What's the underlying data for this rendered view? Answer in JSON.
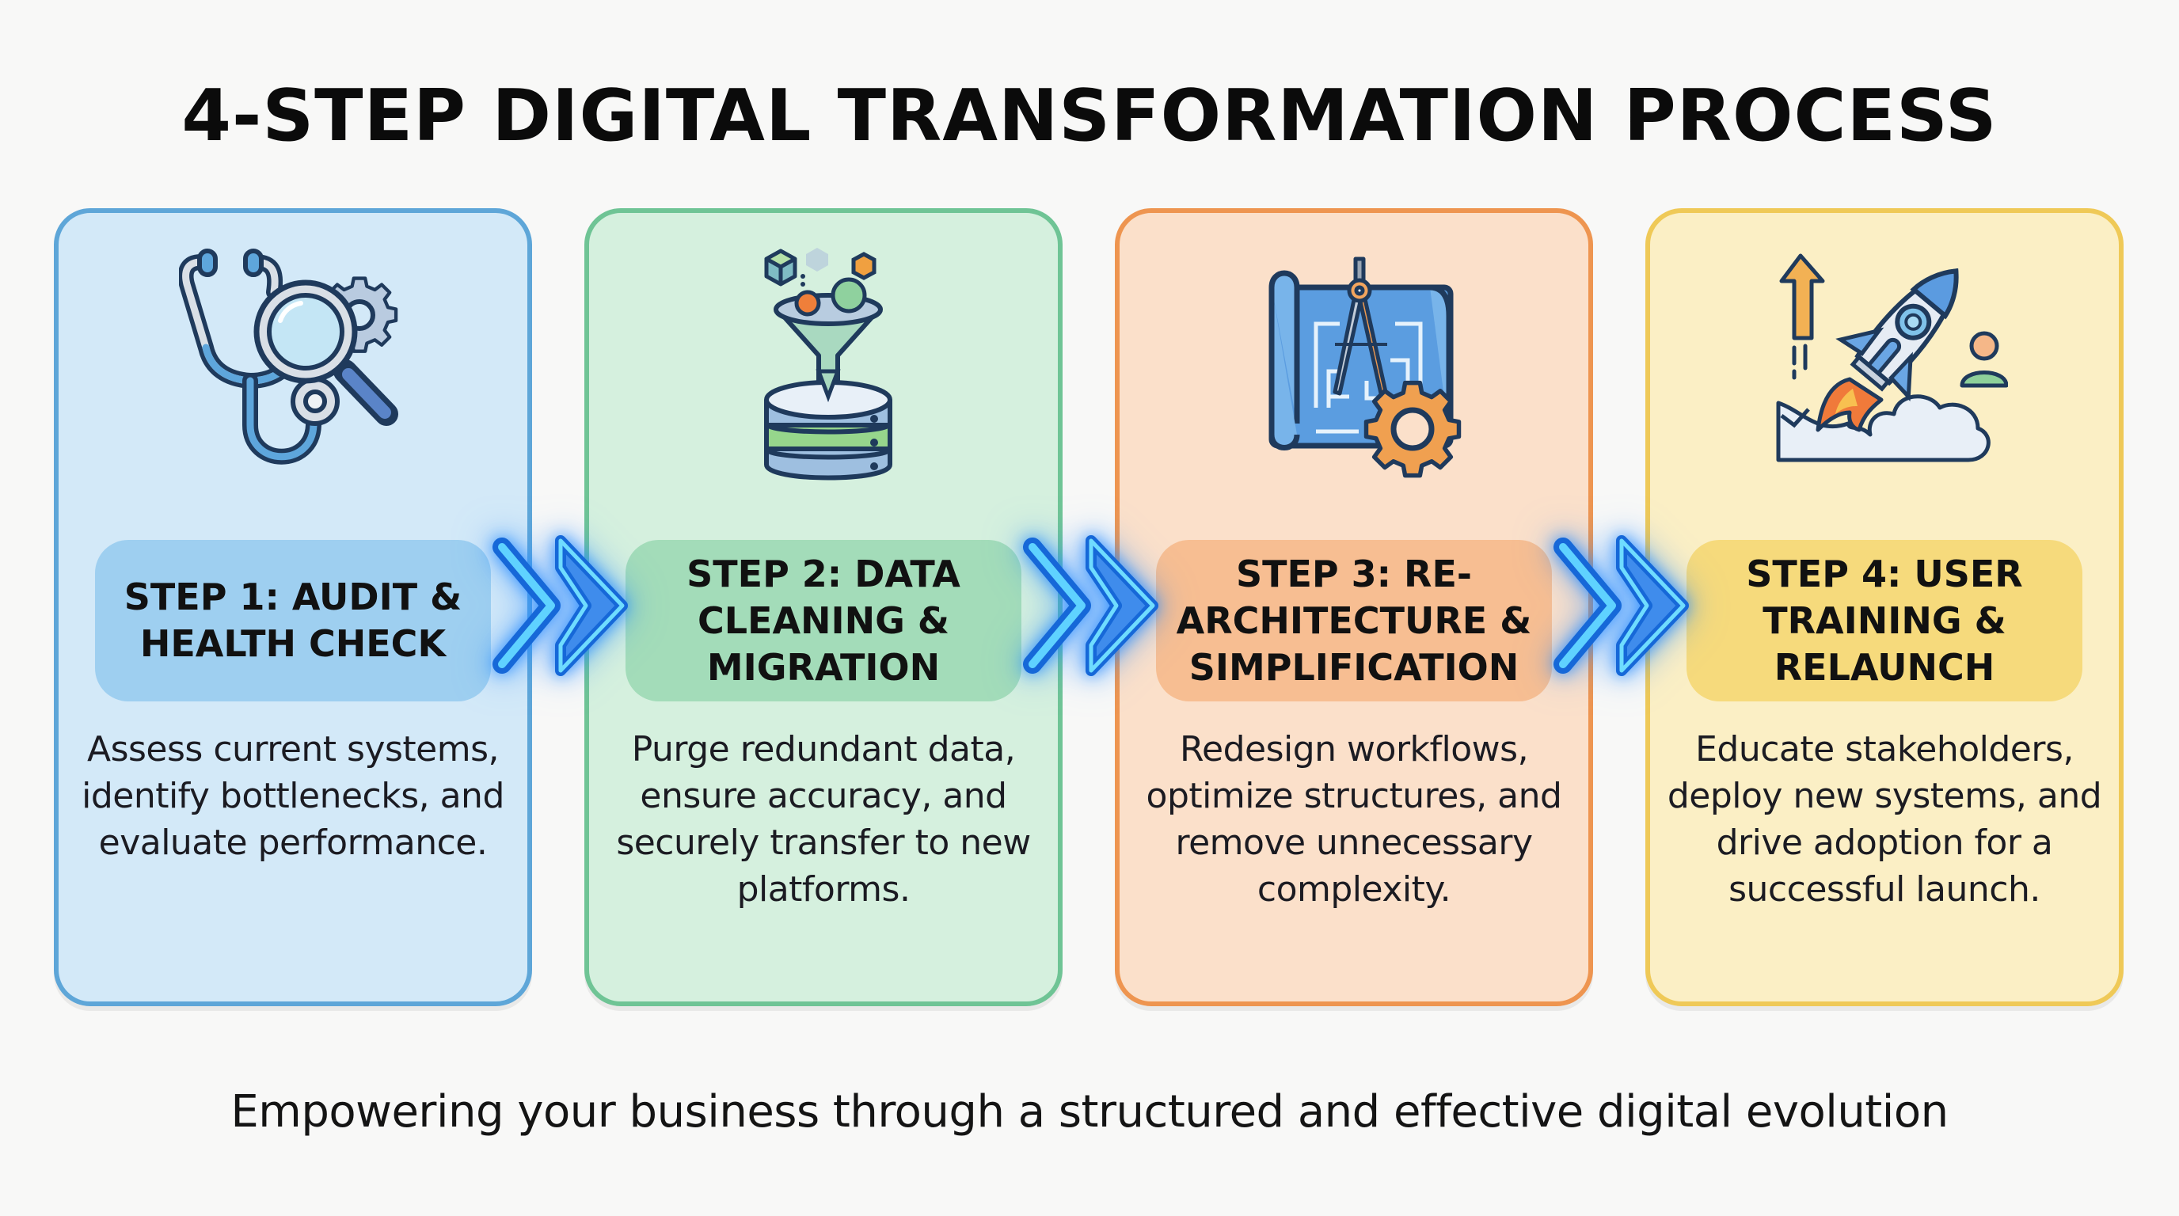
{
  "title": "4-STEP DIGITAL TRANSFORMATION PROCESS",
  "steps": [
    {
      "title": "STEP 1: AUDIT & HEALTH CHECK",
      "description": "Assess current systems, identify bottlenecks, and evaluate performance.",
      "icon": "stethoscope-magnifier-gear-icon",
      "colors": {
        "border": "#5ea6d8",
        "fill": "#d3e9f8",
        "pill": "#9ecff0"
      }
    },
    {
      "title": "STEP 2: DATA CLEANING & MIGRATION",
      "description": "Purge redundant data, ensure accuracy, and securely transfer to new platforms.",
      "icon": "funnel-database-icon",
      "colors": {
        "border": "#6fc495",
        "fill": "#d5f0de",
        "pill": "#a3dcb9"
      }
    },
    {
      "title": "STEP 3: RE-ARCHITECTURE & SIMPLIFICATION",
      "description": "Redesign workflows, optimize structures, and remove unnecessary complexity.",
      "icon": "blueprint-compass-gear-icon",
      "colors": {
        "border": "#ee9550",
        "fill": "#fbe0ca",
        "pill": "#f7be92"
      }
    },
    {
      "title": "STEP 4: USER TRAINING & RELAUNCH",
      "description": "Educate stakeholders, deploy new systems, and drive adoption for a successful launch.",
      "icon": "rocket-launch-user-icon",
      "colors": {
        "border": "#efc957",
        "fill": "#fbefc5",
        "pill": "#f6da7c"
      }
    }
  ],
  "connectors": [
    {
      "icon": "double-chevron-right-icon",
      "color": "#2e8cf0"
    },
    {
      "icon": "double-chevron-right-icon",
      "color": "#2e8cf0"
    },
    {
      "icon": "double-chevron-right-icon",
      "color": "#2e8cf0"
    }
  ],
  "tagline": "Empowering your business through a structured and effective digital evolution"
}
